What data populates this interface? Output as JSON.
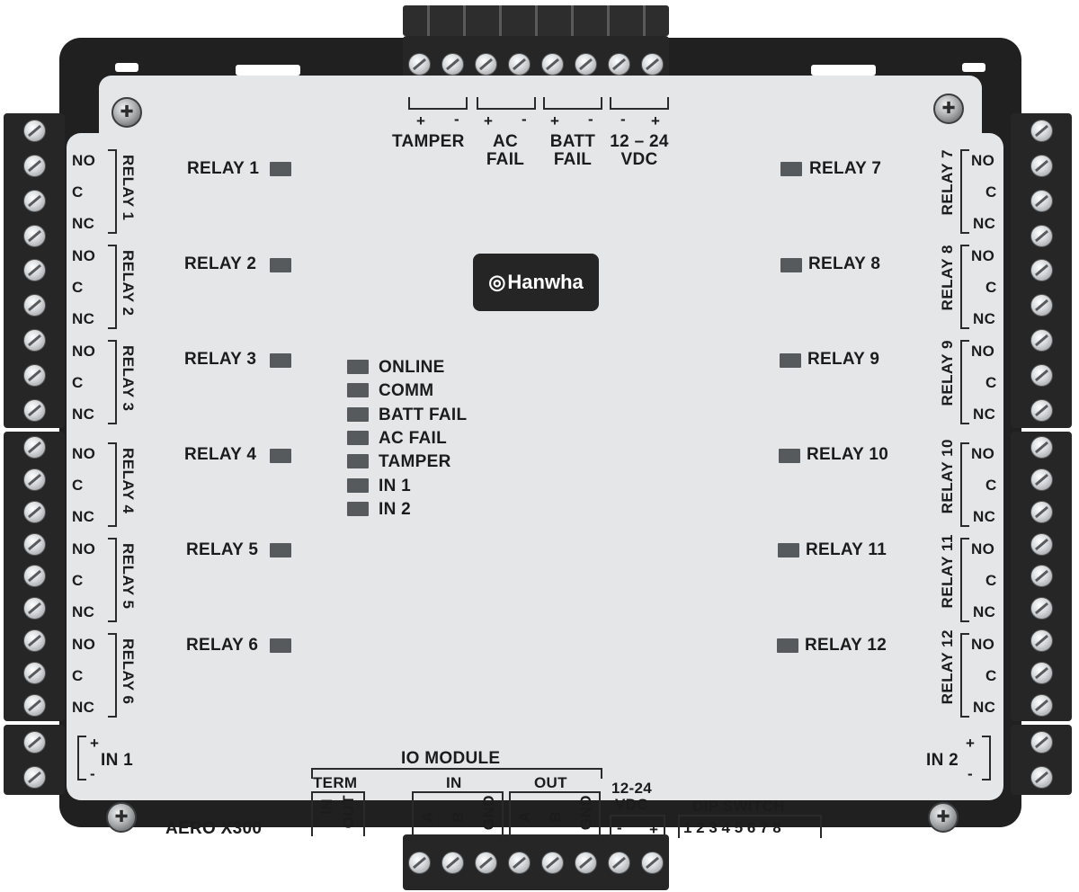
{
  "brand": "Hanwha",
  "model": "AERO X300",
  "module_label": "IO MODULE",
  "top_terminals": [
    {
      "name": "TAMPER",
      "pins": [
        "+",
        "-"
      ]
    },
    {
      "name": "AC FAIL",
      "pins": [
        "+",
        "-"
      ]
    },
    {
      "name": "BATT FAIL",
      "pins": [
        "+",
        "-"
      ]
    },
    {
      "name": "12 – 24 VDC",
      "pins": [
        "-",
        "+"
      ]
    }
  ],
  "relay_leds_left": [
    "RELAY 1",
    "RELAY 2",
    "RELAY 3",
    "RELAY 4",
    "RELAY 5",
    "RELAY 6"
  ],
  "relay_leds_right": [
    "RELAY 7",
    "RELAY 8",
    "RELAY 9",
    "RELAY 10",
    "RELAY 11",
    "RELAY 12"
  ],
  "status_leds": [
    "ONLINE",
    "COMM",
    "BATT FAIL",
    "AC FAIL",
    "TAMPER",
    "IN 1",
    "IN 2"
  ],
  "relay_contacts": [
    "NO",
    "C",
    "NC"
  ],
  "relay_groups_left": [
    "RELAY 1",
    "RELAY 2",
    "RELAY 3",
    "RELAY 4",
    "RELAY 5",
    "RELAY 6"
  ],
  "relay_groups_right": [
    "RELAY 7",
    "RELAY 8",
    "RELAY 9",
    "RELAY 10",
    "RELAY 11",
    "RELAY 12"
  ],
  "input_left": {
    "label": "IN 1",
    "plus": "+",
    "minus": "-"
  },
  "input_right": {
    "label": "IN 2",
    "plus": "+",
    "minus": "-"
  },
  "bottom": {
    "term": {
      "label": "TERM",
      "pins": [
        "IN",
        "OUT"
      ]
    },
    "in": {
      "label": "IN",
      "pins": [
        "A",
        "B",
        "GND"
      ]
    },
    "out": {
      "label": "OUT",
      "pins": [
        "A",
        "B",
        "GND"
      ]
    },
    "power": {
      "label_line1": "12-24",
      "label_line2": "VDC",
      "pins": [
        "-",
        "+"
      ]
    },
    "dip": {
      "label": "DIP SWITCH",
      "numbers": "1 2 3 4 5 6 7 8"
    }
  },
  "colors": {
    "housing": "#202020",
    "panel": "#e4e6e8",
    "led": "#575a5d",
    "logo_bg": "#252525"
  }
}
